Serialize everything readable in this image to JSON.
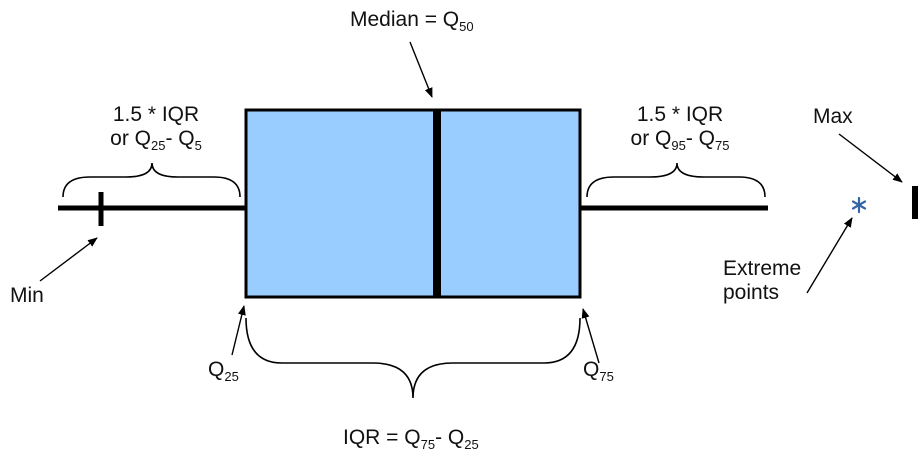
{
  "labels": {
    "median": {
      "text": "Median = Q",
      "sub": "50"
    },
    "whisker_left_line1": "1.5 * IQR",
    "whisker_left_line2": {
      "pre": "or Q",
      "sub1": "25",
      "mid": "- Q",
      "sub2": "5"
    },
    "whisker_right_line1": "1.5 * IQR",
    "whisker_right_line2": {
      "pre": "or Q",
      "sub1": "95",
      "mid": "- Q",
      "sub2": "75"
    },
    "max": "Max",
    "min": "Min",
    "extreme_line1": "Extreme",
    "extreme_line2": "points",
    "q25": {
      "text": "Q",
      "sub": "25"
    },
    "q75": {
      "text": "Q",
      "sub": "75"
    },
    "iqr": {
      "pre": "IQR = Q",
      "sub1": "75",
      "mid": "- Q",
      "sub2": "25"
    }
  },
  "colors": {
    "box_fill": "#99ccff",
    "stroke": "#000000",
    "extreme_point": "#3465a4"
  },
  "icons": {
    "extreme_point": "asterisk-icon"
  }
}
